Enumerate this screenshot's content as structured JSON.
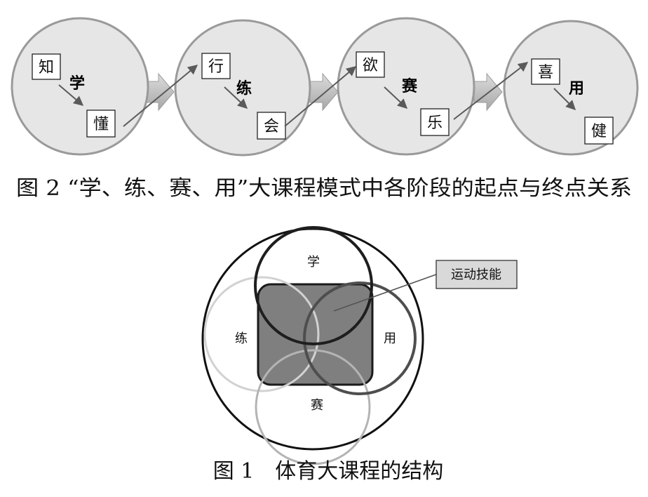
{
  "figure2": {
    "stages": [
      {
        "start": "知",
        "middle": "学",
        "end": "懂"
      },
      {
        "start": "行",
        "middle": "练",
        "end": "会"
      },
      {
        "start": "欲",
        "middle": "赛",
        "end": "乐"
      },
      {
        "start": "喜",
        "middle": "用",
        "end": "健"
      }
    ],
    "caption": "图 2 “学、练、赛、用”大课程模式中各阶段的起点与终点关系"
  },
  "figure1": {
    "circles": {
      "top": "学",
      "left": "练",
      "right": "用",
      "bottom": "赛"
    },
    "core_label": "运动技能",
    "caption": "图 1　体育大课程的结构"
  },
  "colors": {
    "circle_fill": "#e6e6e6",
    "circle_stroke": "#9a9a9a",
    "core_fill": "#7f7f7f",
    "skill_box_fill": "#d9d9d9"
  }
}
